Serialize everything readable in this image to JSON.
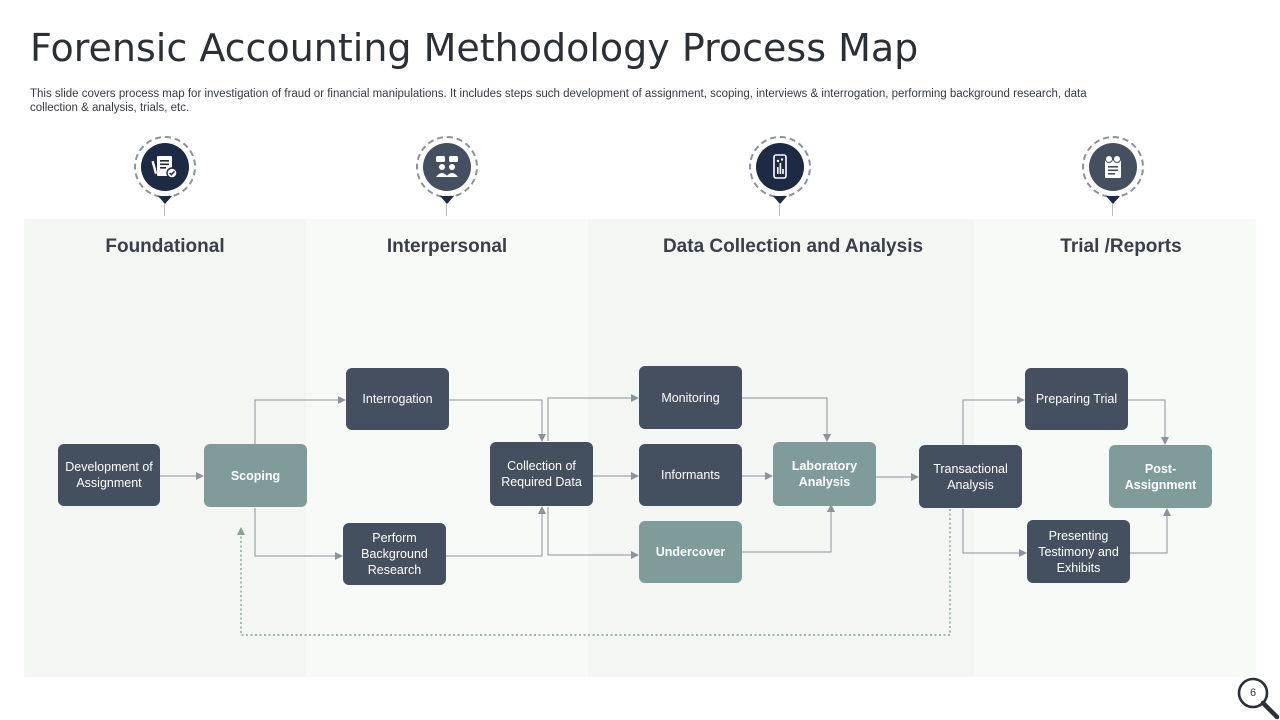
{
  "title": "Forensic Accounting Methodology Process Map",
  "subtitle": "This slide covers process map for investigation of fraud or financial manipulations. It includes steps such development of assignment, scoping, interviews & interrogation, performing background research, data collection & analysis, trials, etc.",
  "phases": [
    {
      "label": "Foundational",
      "icon": "document-check-icon"
    },
    {
      "label": "Interpersonal",
      "icon": "people-chat-icon"
    },
    {
      "label": "Data Collection and Analysis",
      "icon": "mobile-analytics-icon"
    },
    {
      "label": "Trial /Reports",
      "icon": "report-settings-icon"
    }
  ],
  "nodes": {
    "development": "Development of Assignment",
    "scoping": "Scoping",
    "interrogation": "Interrogation",
    "background": "Perform Background Research",
    "collection": "Collection of Required Data",
    "monitoring": "Monitoring",
    "informants": "Informants",
    "undercover": "Undercover",
    "laboratory": "Laboratory Analysis",
    "transactional": "Transactional Analysis",
    "preparing": "Preparing Trial",
    "presenting": "Presenting Testimony and Exhibits",
    "post": "Post-Assignment"
  },
  "page_number": "6",
  "colors": {
    "dark_node": "#444f5f",
    "light_node": "#7f9b9a",
    "icon_disc": "#1d2a44",
    "icon_disc_alt": "#444f5f",
    "feedback_line": "#7fa595"
  }
}
